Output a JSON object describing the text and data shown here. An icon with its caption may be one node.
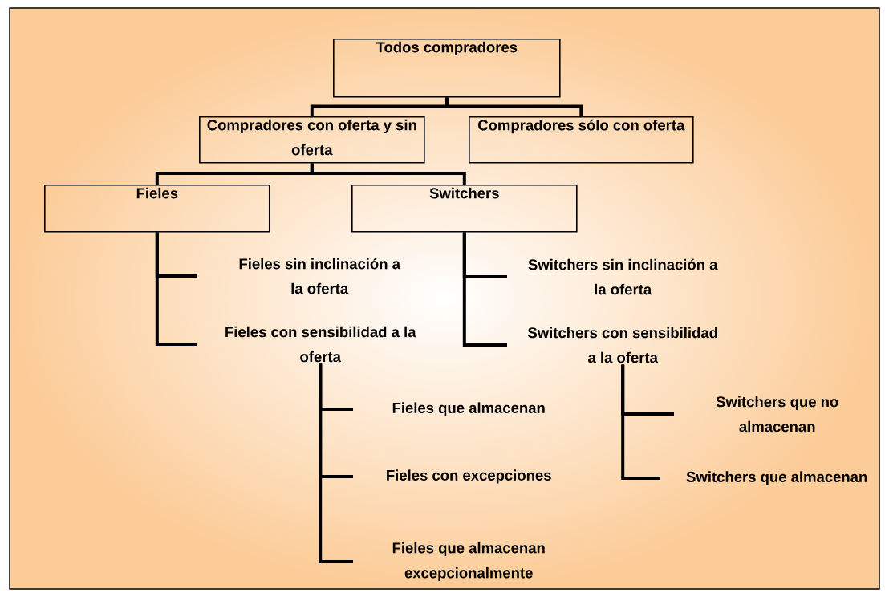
{
  "diagram": {
    "nodes": [
      {
        "text": [
          "Todos compradores"
        ]
      },
      {
        "text": [
          "Compradores con oferta y sin oferta"
        ]
      },
      {
        "text": [
          "Compradores sólo con oferta"
        ]
      },
      {
        "text": [
          "Fieles"
        ]
      },
      {
        "text": [
          "Switchers"
        ]
      },
      {
        "text": [
          "Fieles sin inclinación a la oferta"
        ]
      },
      {
        "text": [
          "Fieles con sensibilidad a la oferta"
        ]
      },
      {
        "text": [
          "Switchers sin inclinación a la oferta"
        ]
      },
      {
        "text": [
          "Switchers con sensibilidad a la oferta"
        ]
      },
      {
        "text": [
          "Fieles que almacenan"
        ]
      },
      {
        "text": [
          "Fieles con excepciones"
        ]
      },
      {
        "text": [
          "Fieles que almacenan excepcionalmente"
        ]
      },
      {
        "text": [
          "Switchers que no almacenan"
        ]
      },
      {
        "text": [
          "Switchers que almacenan"
        ]
      }
    ],
    "edges": [
      {
        "from": 0,
        "to": 1,
        "arrow": "none"
      },
      {
        "from": 0,
        "to": 2,
        "arrow": "none"
      },
      {
        "from": 1,
        "to": 3,
        "arrow": "none"
      },
      {
        "from": 1,
        "to": 4,
        "arrow": "none"
      },
      {
        "from": 3,
        "to": 5,
        "arrow": "none"
      },
      {
        "from": 3,
        "to": 6,
        "arrow": "none"
      },
      {
        "from": 4,
        "to": 7,
        "arrow": "none"
      },
      {
        "from": 4,
        "to": 8,
        "arrow": "none"
      },
      {
        "from": 6,
        "to": 9,
        "arrow": "none"
      },
      {
        "from": 6,
        "to": 10,
        "arrow": "none"
      },
      {
        "from": 6,
        "to": 11,
        "arrow": "none"
      },
      {
        "from": 8,
        "to": 12,
        "arrow": "none"
      },
      {
        "from": 8,
        "to": 13,
        "arrow": "none"
      }
    ]
  }
}
